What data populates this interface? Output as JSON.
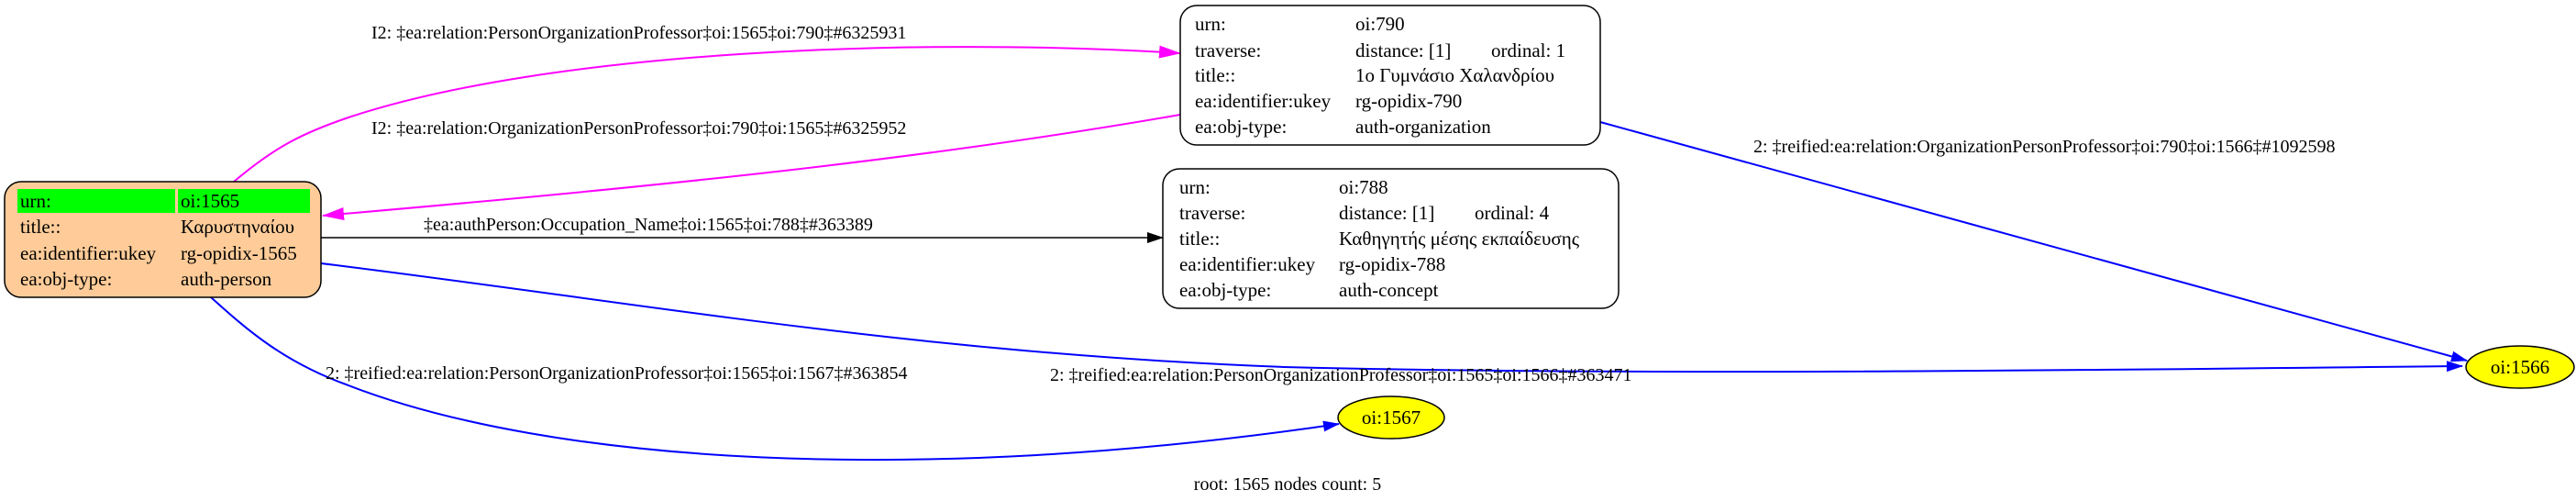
{
  "nodes": {
    "root": {
      "rows": [
        {
          "key": "urn:",
          "value": "oi:1565"
        },
        {
          "key": "title::",
          "value": "Καρυστηναίου"
        },
        {
          "key": "ea:identifier:ukey",
          "value": "rg-opidix-1565"
        },
        {
          "key": "ea:obj-type:",
          "value": "auth-person"
        }
      ],
      "fill": "#ffcc99",
      "highlight": "#00ff00"
    },
    "n790": {
      "rows": [
        {
          "key": "urn:",
          "value": "oi:790"
        },
        {
          "key": "traverse:",
          "value": "distance: [1]",
          "extra": "ordinal: 1"
        },
        {
          "key": "title::",
          "value": "1ο Γυμνάσιο Χαλανδρίου"
        },
        {
          "key": "ea:identifier:ukey",
          "value": "rg-opidix-790"
        },
        {
          "key": "ea:obj-type:",
          "value": "auth-organization"
        }
      ]
    },
    "n788": {
      "rows": [
        {
          "key": "urn:",
          "value": "oi:788"
        },
        {
          "key": "traverse:",
          "value": "distance: [1]",
          "extra": "ordinal: 4"
        },
        {
          "key": "title::",
          "value": "Καθηγητής μέσης εκπαίδευσης"
        },
        {
          "key": "ea:identifier:ukey",
          "value": "rg-opidix-788"
        },
        {
          "key": "ea:obj-type:",
          "value": "auth-concept"
        }
      ]
    },
    "n1566": {
      "label": "oi:1566",
      "fill": "#ffff00"
    },
    "n1567": {
      "label": "oi:1567",
      "fill": "#ffff00"
    }
  },
  "edges": [
    {
      "label": "I2: ‡ea:relation:PersonOrganizationProfessor‡oi:1565‡oi:790‡#6325931",
      "color": "#ff00ff"
    },
    {
      "label": "I2: ‡ea:relation:OrganizationPersonProfessor‡oi:790‡oi:1565‡#6325952",
      "color": "#ff00ff"
    },
    {
      "label": "‡ea:authPerson:Occupation_Name‡oi:1565‡oi:788‡#363389",
      "color": "#000000"
    },
    {
      "label": "2: ‡reified:ea:relation:OrganizationPersonProfessor‡oi:790‡oi:1566‡#1092598",
      "color": "#0000ff"
    },
    {
      "label": "2: ‡reified:ea:relation:PersonOrganizationProfessor‡oi:1565‡oi:1566‡#363471",
      "color": "#0000ff"
    },
    {
      "label": "2: ‡reified:ea:relation:PersonOrganizationProfessor‡oi:1565‡oi:1567‡#363854",
      "color": "#0000ff"
    }
  ],
  "footer": "root: 1565 nodes count: 5"
}
